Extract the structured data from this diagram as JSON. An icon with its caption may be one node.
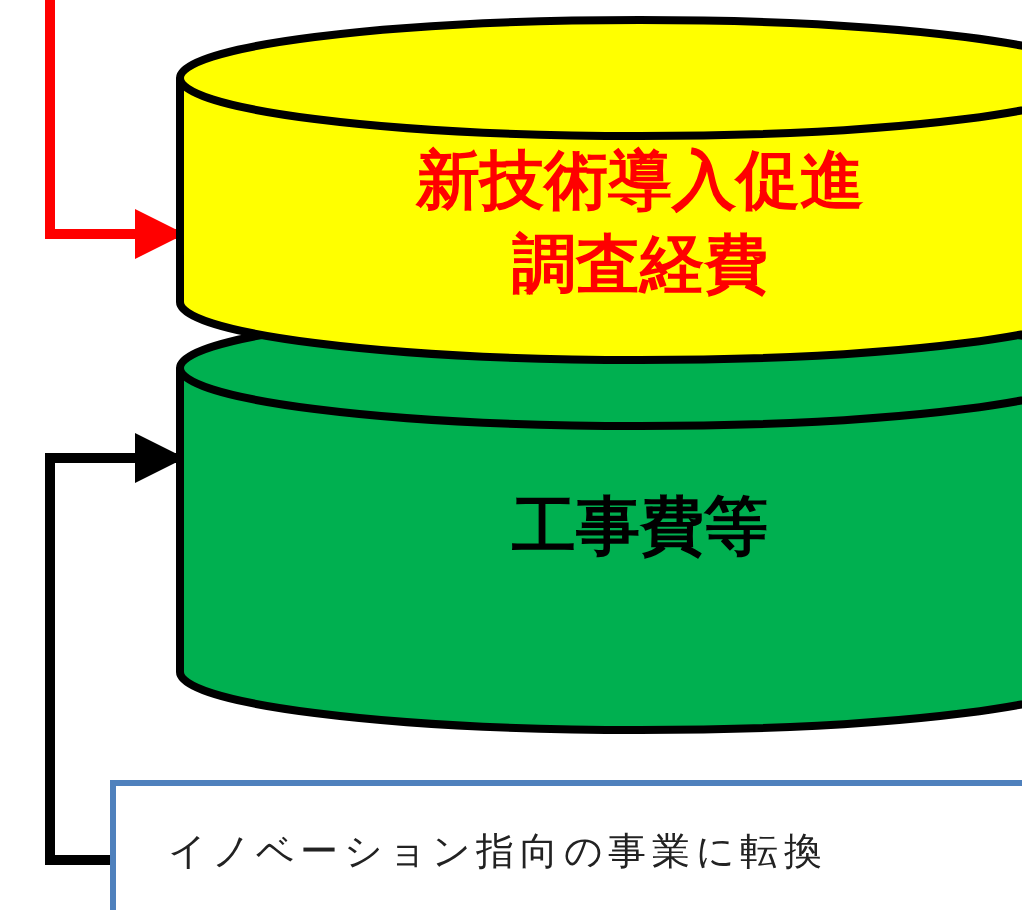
{
  "diagram": {
    "nodes": [
      {
        "text": [
          "新技術導入促進調査経費"
        ]
      },
      {
        "text": [
          "工事費等"
        ]
      },
      {
        "text": [
          "イノベーション指向の事業に転換"
        ]
      }
    ],
    "edges": [
      {
        "from": null,
        "to": 0,
        "arrow": "to",
        "color": "#ff0000"
      },
      {
        "from": 2,
        "to": 1,
        "arrow": "to",
        "color": "#000000"
      }
    ]
  }
}
